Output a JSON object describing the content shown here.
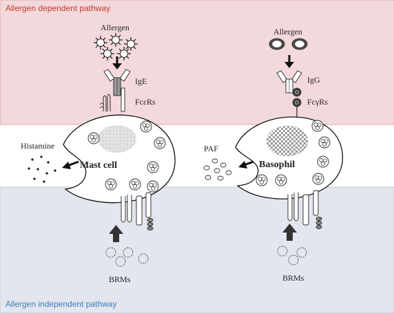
{
  "colors": {
    "top_band": "#f4d9dc",
    "bottom_band": "#e3e6ee",
    "top_title": "#c0392b",
    "bottom_title": "#3b7dbb",
    "outline": "#111111"
  },
  "pathways": {
    "dependent": "Allergen dependent pathway",
    "independent": "Allergen independent pathway"
  },
  "mast": {
    "allergen": "Allergen",
    "antibody": "IgE",
    "receptor": "FcεRs",
    "cell_name": "Mast cell",
    "mediator": "Histamine",
    "trigger": "BRMs"
  },
  "basophil": {
    "allergen": "Allergen",
    "antibody": "IgG",
    "receptor": "FcγRs",
    "cell_name": "Basophil",
    "mediator": "PAF",
    "trigger": "BRMs"
  },
  "icons": {
    "allergen_mast": "spiky-allergen-icon",
    "allergen_basophil": "ring-allergen-icon"
  }
}
